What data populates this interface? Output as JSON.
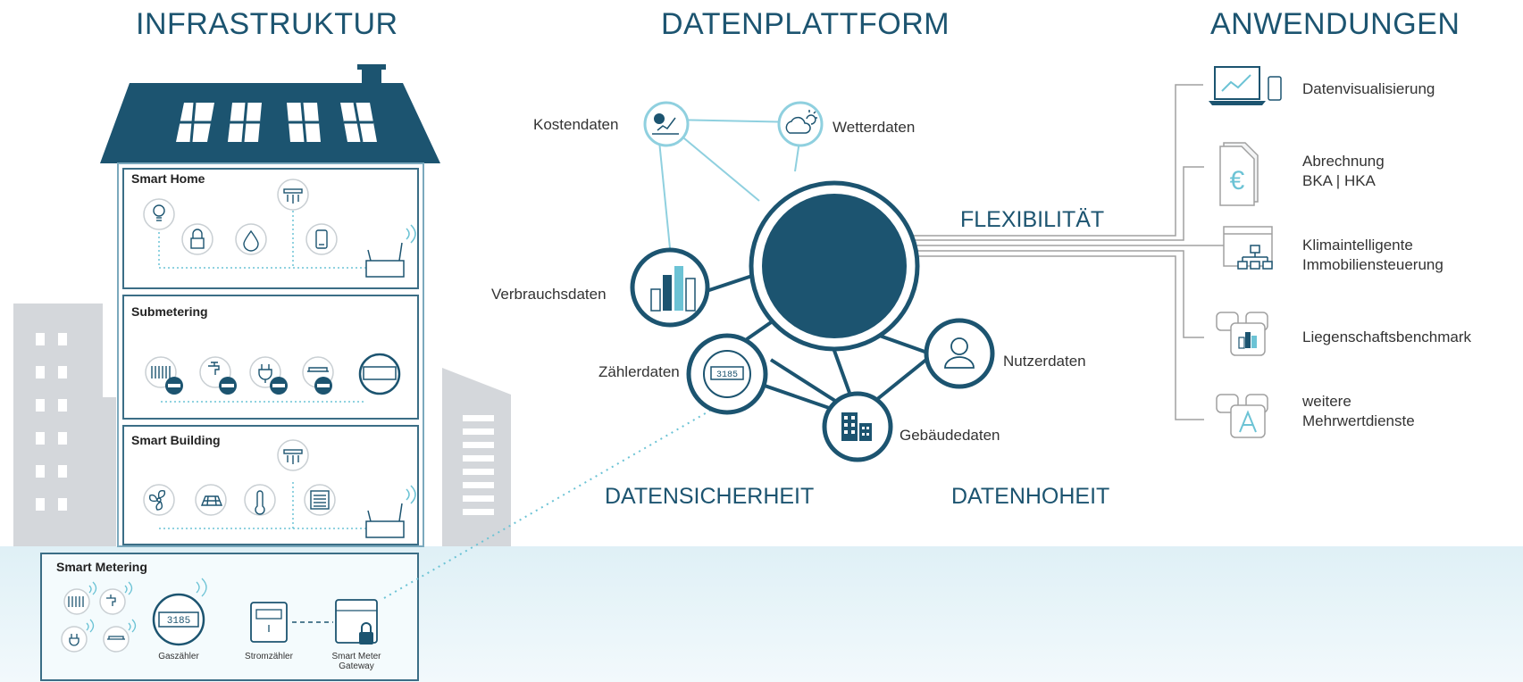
{
  "headings": {
    "infrastruktur": "INFRASTRUKTUR",
    "datenplattform": "DATENPLATTFORM",
    "anwendungen": "ANWENDUNGEN"
  },
  "floors": {
    "smart_home": "Smart Home",
    "submetering": "Submetering",
    "smart_building": "Smart Building",
    "smart_metering": "Smart Metering"
  },
  "meter_display": "3185",
  "metering_labels": {
    "gas": "Gaszähler",
    "strom": "Stromzähler",
    "gateway_1": "Smart Meter",
    "gateway_2": "Gateway"
  },
  "data_nodes": {
    "kosten": "Kostendaten",
    "wetter": "Wetterdaten",
    "verbrauch": "Verbrauchsdaten",
    "zaehler": "Zählerdaten",
    "nutzer": "Nutzerdaten",
    "gebaeude": "Gebäudedaten"
  },
  "concepts": {
    "flexibilitaet": "FLEXIBILITÄT",
    "datensicherheit": "DATENSICHERHEIT",
    "datenhoheit": "DATENHOHEIT"
  },
  "applications": {
    "visualisierung": "Datenvisualisierung",
    "abrechnung_1": "Abrechnung",
    "abrechnung_2": "BKA | HKA",
    "klima_1": "Klimaintelligente",
    "klima_2": "Immobiliensteuerung",
    "benchmark": "Liegenschaftsbenchmark",
    "weitere_1": "weitere",
    "weitere_2": "Mehrwertdienste"
  },
  "colors": {
    "primary": "#1c5470",
    "accent": "#6cc3d5",
    "ground": "#e6f3f8",
    "background_buildings": "#d0d3d7",
    "line_gray": "#a0a0a0"
  }
}
